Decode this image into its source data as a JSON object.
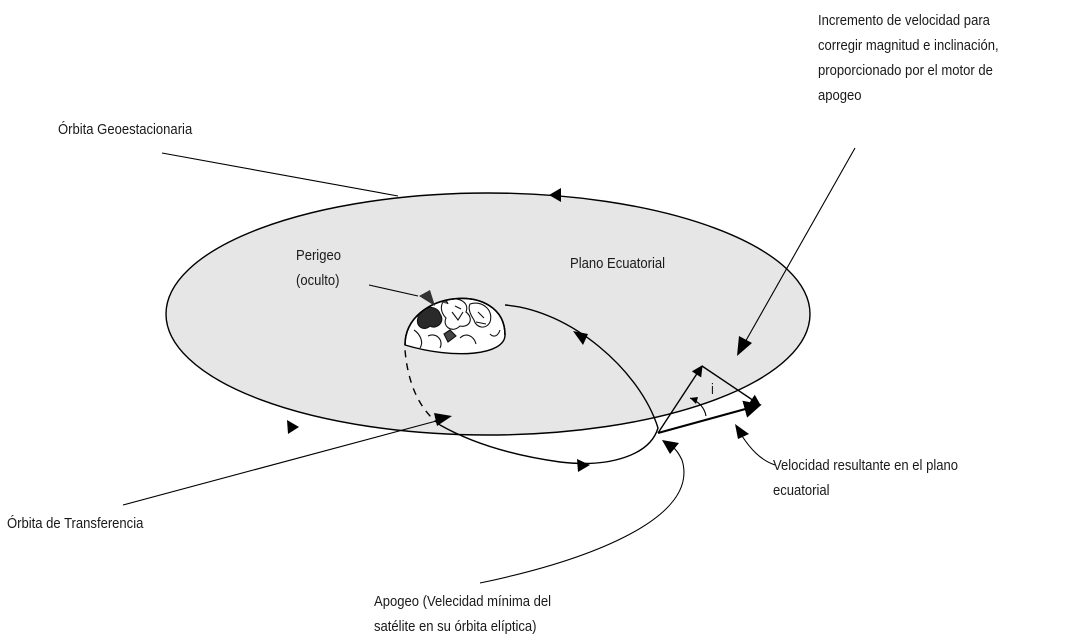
{
  "labels": {
    "geo_orbit": "Órbita Geoestacionaria",
    "transfer_orbit": "Órbita de Transferencia",
    "perigee": [
      "Perigeo",
      "(oculto)"
    ],
    "equatorial_plane": "Plano Ecuatorial",
    "velocity_increment": [
      "Incremento de velocidad para",
      "corregir magnitud e inclinación,",
      "proporcionado por el motor de",
      "apogeo"
    ],
    "resultant_velocity": [
      "Velocidad resultante en el plano",
      "ecuatorial"
    ],
    "apogee": [
      "Apogeo (Velecidad mínima del",
      "satélite en su órbita elíptica)"
    ],
    "inclination_symbol": "i"
  },
  "colors": {
    "plane_fill": "#e6e6e6",
    "stroke": "#000000",
    "text": "#1a1a1a"
  },
  "icons": [
    "earth-globe-icon"
  ]
}
